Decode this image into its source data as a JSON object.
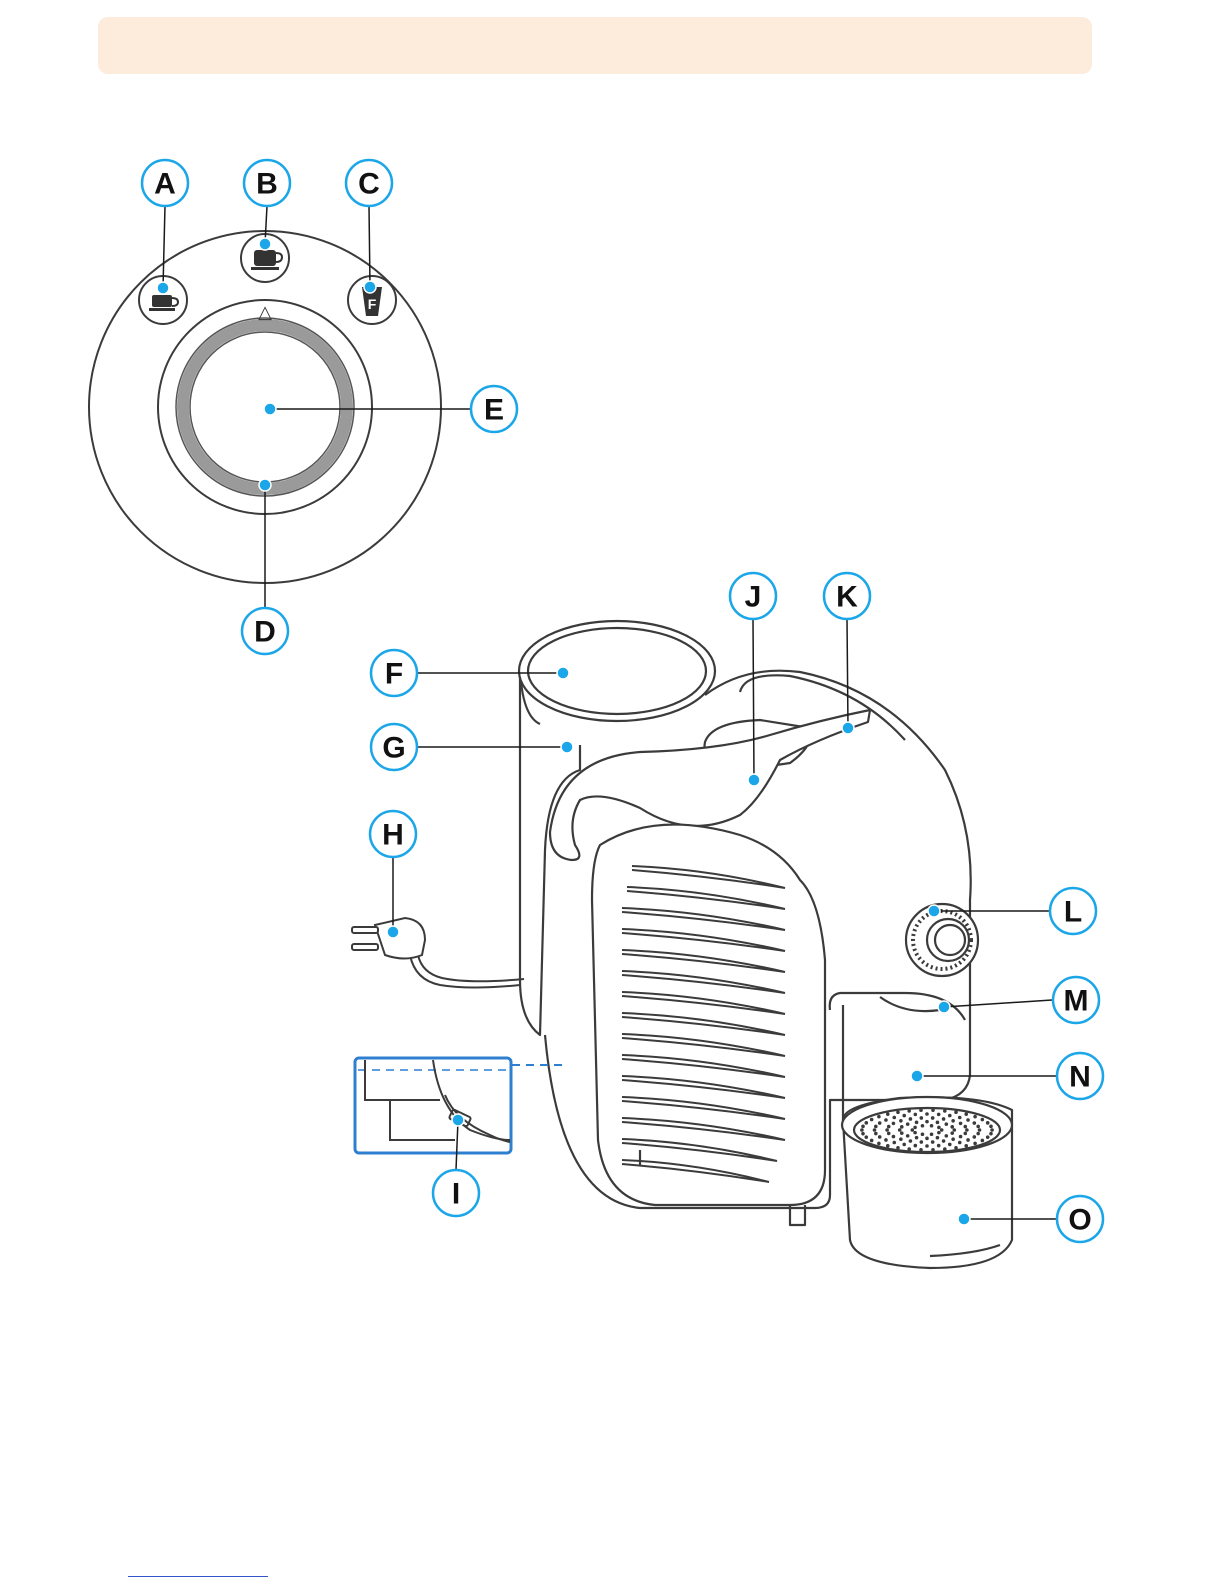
{
  "colors": {
    "banner": "#fdebdc",
    "callout": "#1aa6e8",
    "line": "#3b3b3b",
    "ring": "#9a9a9a",
    "inset": "#2f7fd1"
  },
  "labels": {
    "A": "A",
    "B": "B",
    "C": "C",
    "D": "D",
    "E": "E",
    "F": "F",
    "G": "G",
    "H": "H",
    "I": "I",
    "J": "J",
    "K": "K",
    "L": "L",
    "M": "M",
    "N": "N",
    "O": "O"
  },
  "panel_marker": "△",
  "capsule_letter": "F"
}
